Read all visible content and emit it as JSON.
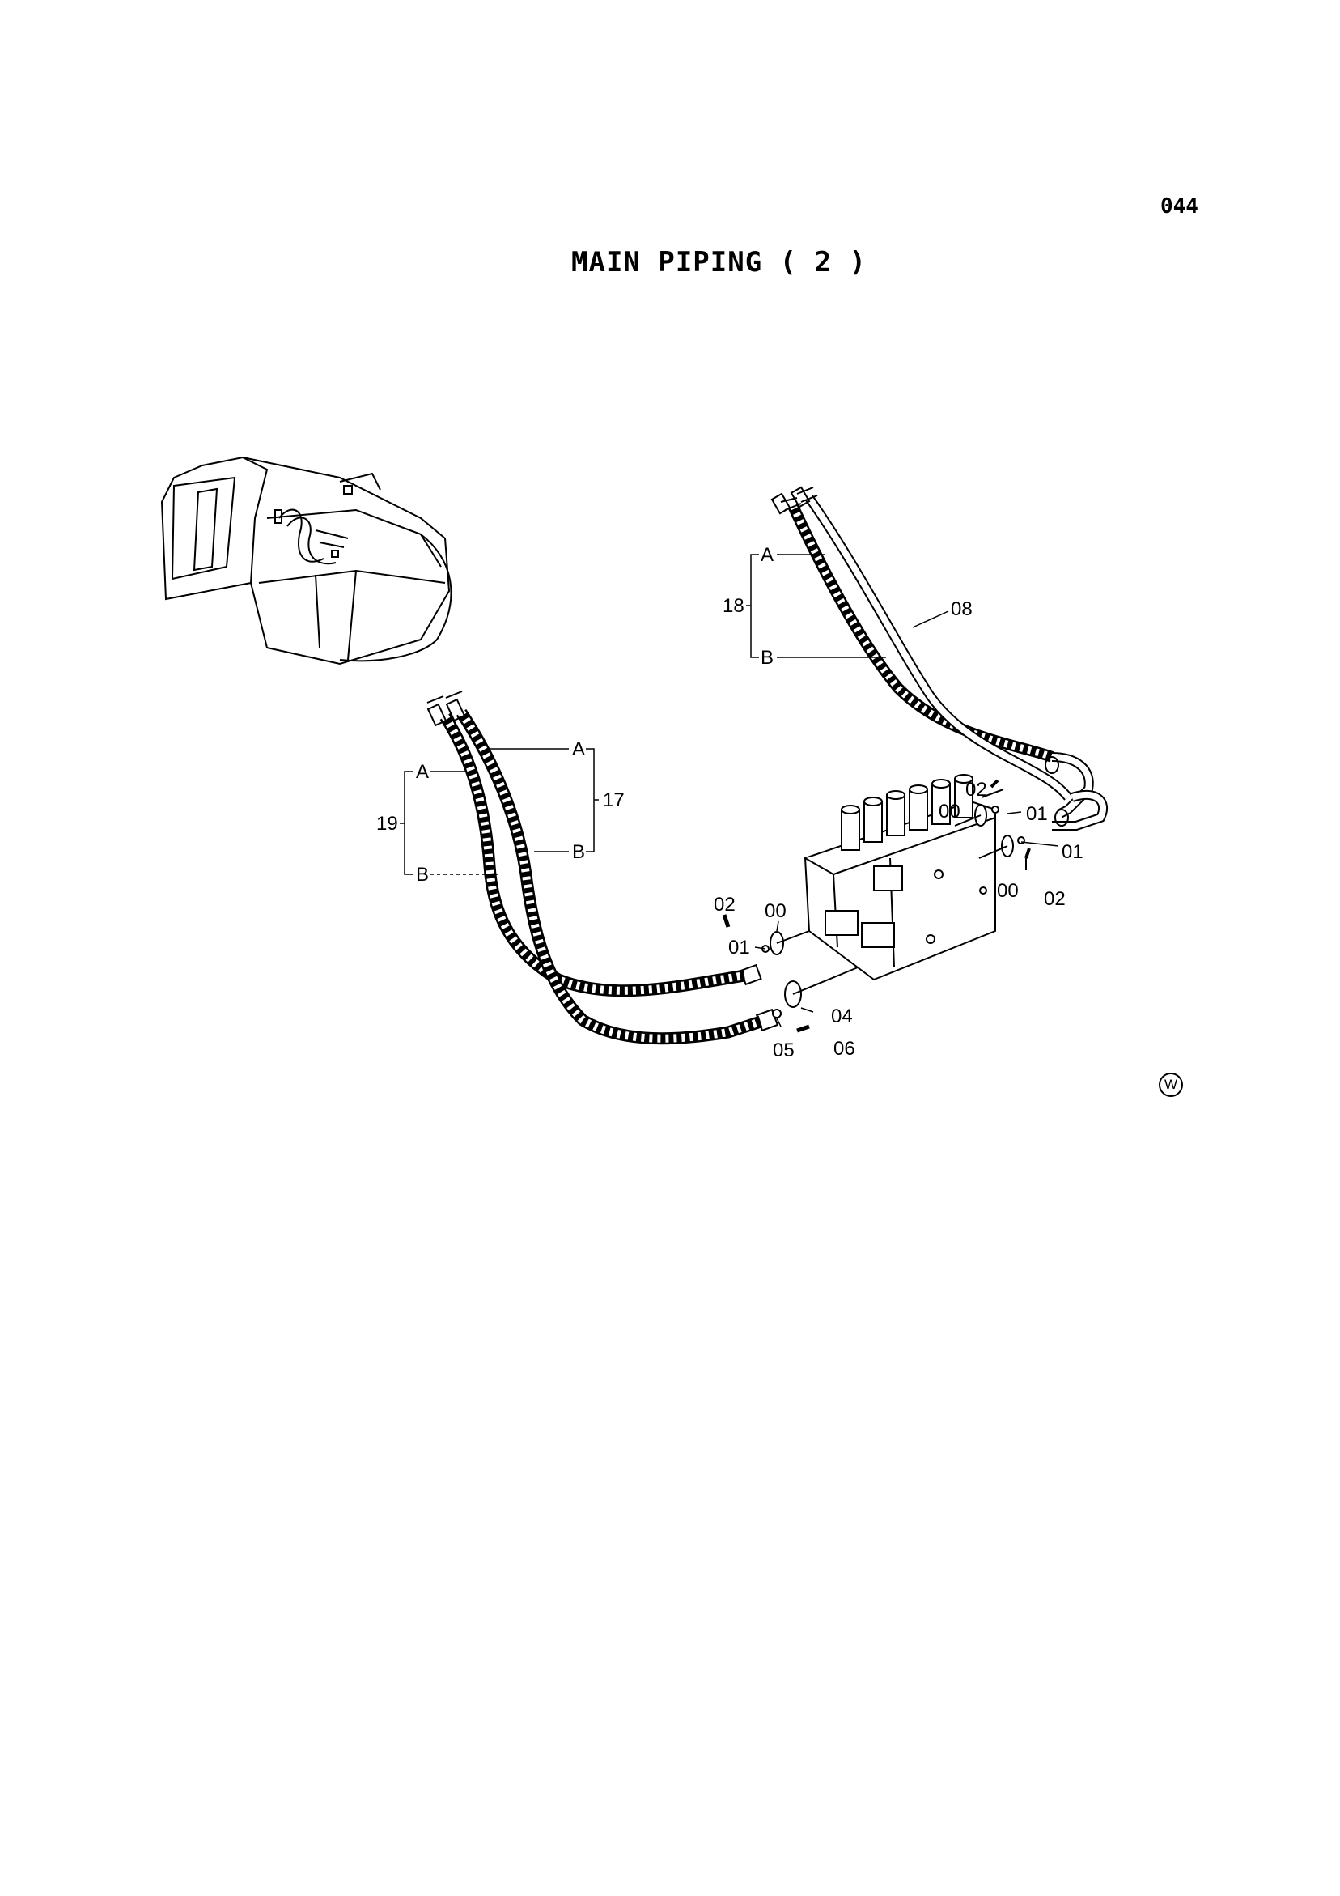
{
  "page": {
    "number": "044",
    "title": "MAIN PIPING ( 2 )",
    "corner_mark": "W"
  },
  "callouts": {
    "a_top": "A",
    "b_top": "B",
    "group_18": "18",
    "hose_08": "08",
    "a_right": "A",
    "b_right": "B",
    "group_17": "17",
    "a_left": "A",
    "b_left": "B",
    "group_19": "19",
    "bolt_02_upper": "02",
    "flange_00_upper": "00",
    "oring_01_upper": "01",
    "oring_01_right": "01",
    "flange_00_right": "00",
    "bolt_02_right": "02",
    "bolt_02_left": "02",
    "flange_00_left": "00",
    "oring_01_left": "01",
    "flange_04": "04",
    "oring_05": "05",
    "bolt_06": "06"
  }
}
